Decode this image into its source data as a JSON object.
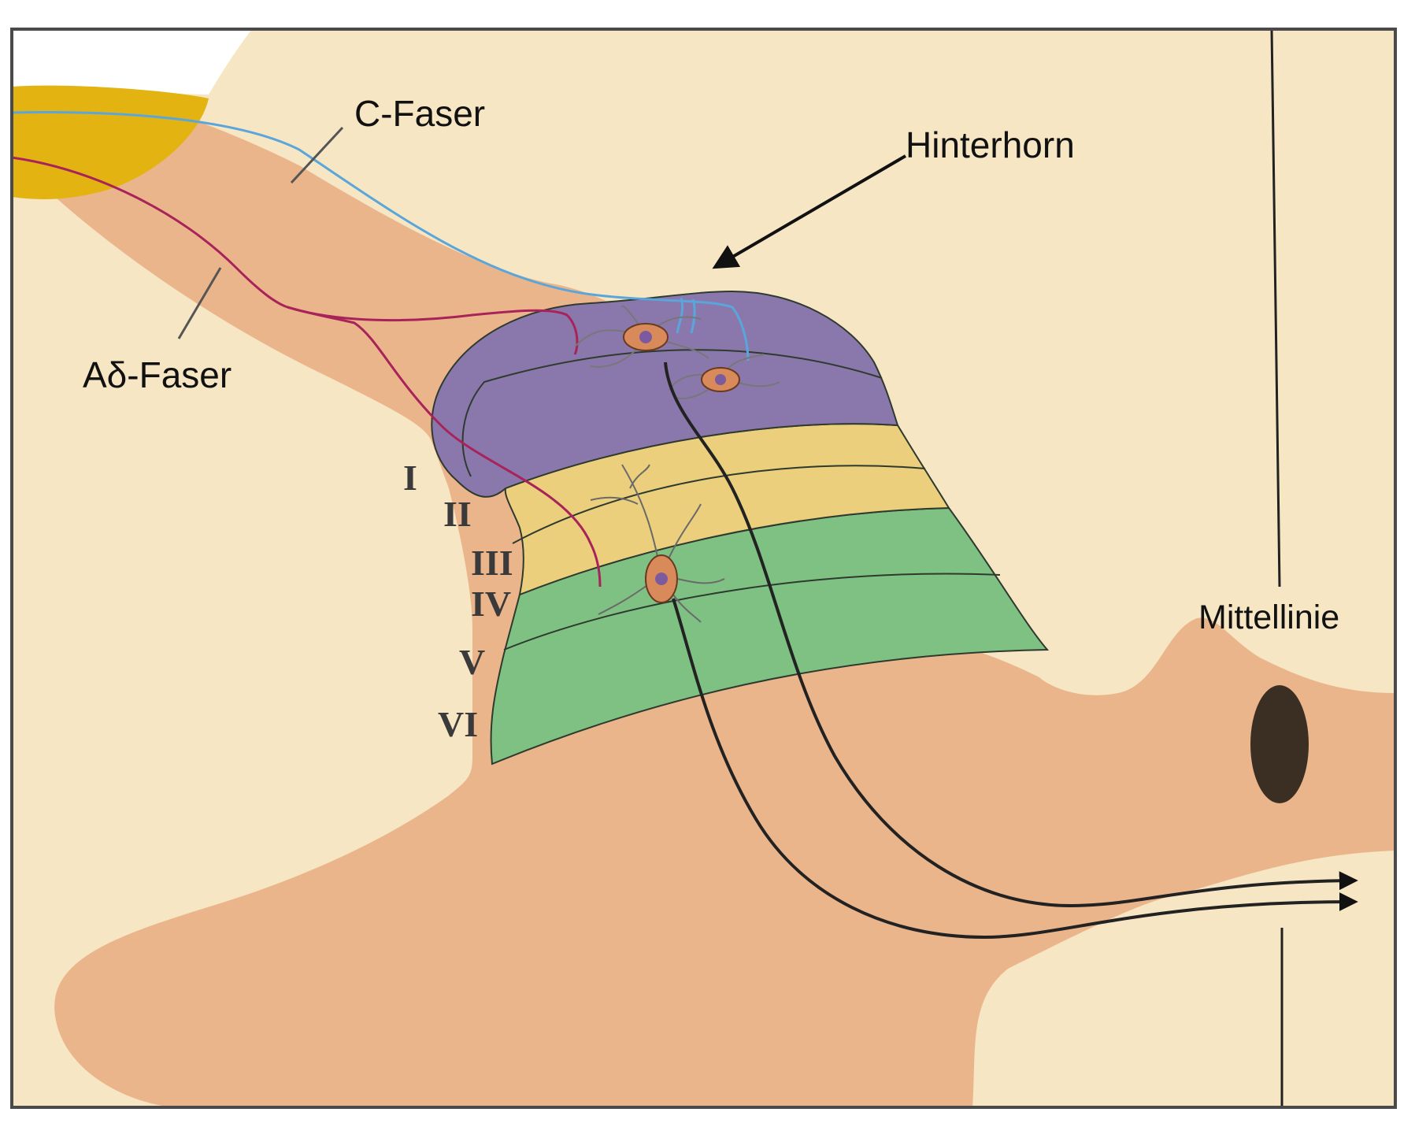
{
  "labels": {
    "c_fiber": "C-Faser",
    "a_delta_fiber": "Aδ-Faser",
    "dorsal_horn": "Hinterhorn",
    "midline": "Mittellinie"
  },
  "laminae": [
    "I",
    "II",
    "III",
    "IV",
    "V",
    "VI"
  ],
  "colors": {
    "background": "#f6e6c4",
    "gray_matter": "#ebb58b",
    "dorsal_root_ganglion": "#e3b312",
    "lamina_I_II": "#8a78ad",
    "lamina_III_IV": "#ebcf7c",
    "lamina_V_VI": "#7fc183",
    "c_fiber": "#5aa6db",
    "a_delta_fiber": "#a8235a",
    "projection_axon": "#222222",
    "central_canal": "#3b2f24"
  }
}
